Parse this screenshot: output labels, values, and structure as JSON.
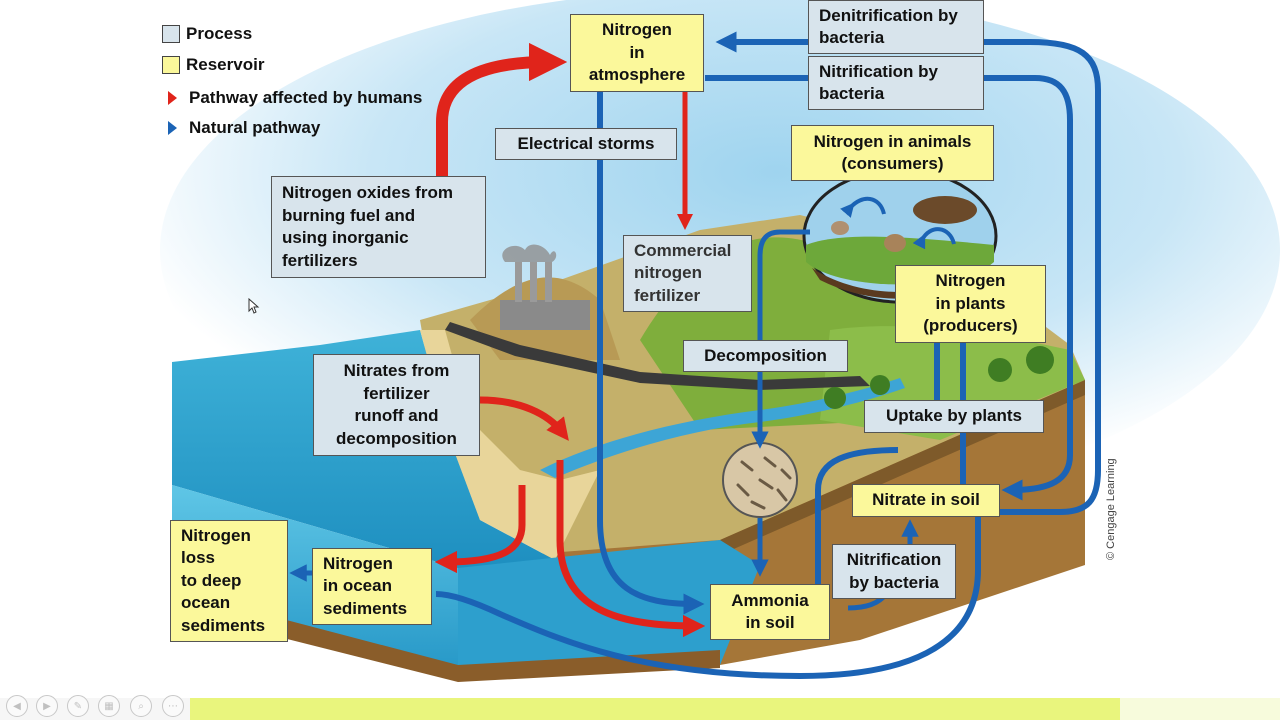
{
  "legend": {
    "process": "Process",
    "reservoir": "Reservoir",
    "human": "Pathway affected by humans",
    "natural": "Natural pathway"
  },
  "boxes": {
    "n_atmosphere": "Nitrogen\nin\natmosphere",
    "denitrification": "Denitrification by\nbacteria",
    "nitrification_top": "Nitrification by\nbacteria",
    "electrical_storms": "Electrical storms",
    "nitrogen_oxides": "Nitrogen oxides from\nburning fuel and\nusing inorganic\nfertilizers",
    "commercial_fertilizer": "Commercial\nnitrogen\nfertilizer",
    "n_animals": "Nitrogen in animals\n(consumers)",
    "n_plants": "Nitrogen\nin plants\n(producers)",
    "decomposition": "Decomposition",
    "uptake": "Uptake by plants",
    "nitrates_runoff": "Nitrates from\nfertilizer\nrunoff and\ndecomposition",
    "nitrate_soil": "Nitrate in soil",
    "nitrification_bottom": "Nitrification\nby bacteria",
    "ammonia_soil": "Ammonia\nin soil",
    "n_ocean_sediments": "Nitrogen\nin ocean\nsediments",
    "n_loss": "Nitrogen\nloss\nto deep\nocean\nsediments"
  },
  "credit": "© Cengage Learning",
  "colors": {
    "process": "#d8e4ec",
    "reservoir": "#fbf89b",
    "human_arrow": "#e0241b",
    "natural_arrow": "#1b63b5"
  }
}
